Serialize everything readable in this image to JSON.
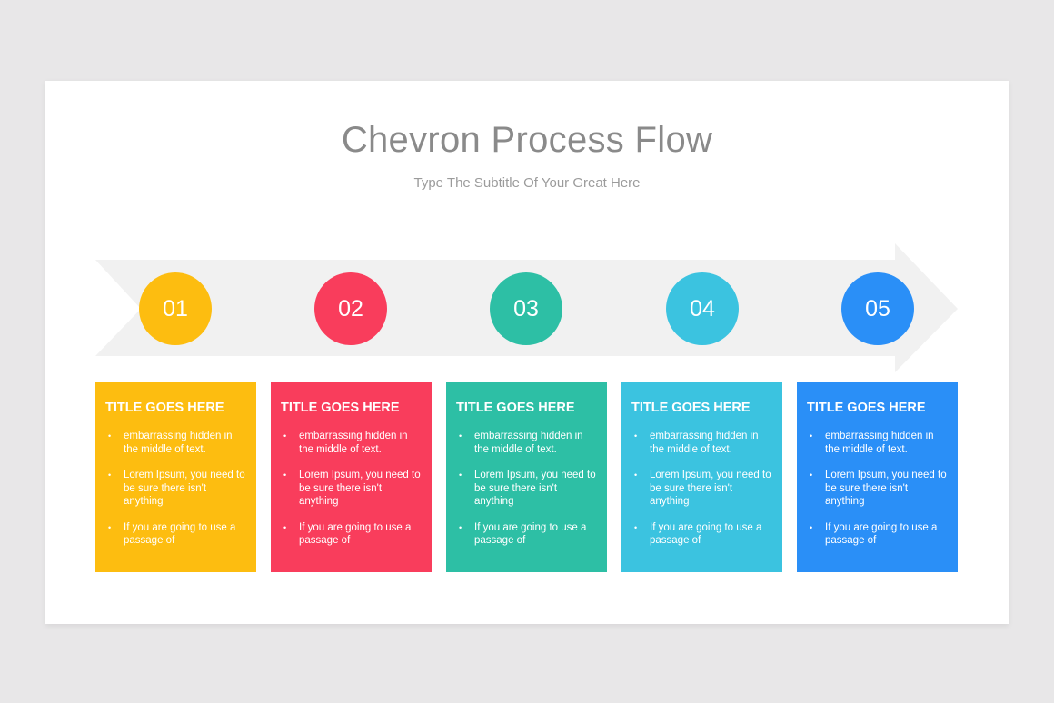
{
  "slide": {
    "title": "Chevron Process Flow",
    "subtitle": "Type The Subtitle Of Your Great Here"
  },
  "colors": {
    "arrow": "#f1f1f1",
    "step_1": "#fdbd10",
    "step_2": "#f93d5c",
    "step_3": "#2dbfa5",
    "step_4": "#3bc3e0",
    "step_5": "#2a8ff7"
  },
  "steps": [
    {
      "number": "01",
      "title": "TITLE GOES HERE",
      "bullets": [
        "embarrassing hidden in the middle of text.",
        "Lorem Ipsum, you need to be sure there isn't anything",
        "If you are going to use a passage of"
      ]
    },
    {
      "number": "02",
      "title": "TITLE GOES HERE",
      "bullets": [
        "embarrassing hidden in the middle of text.",
        "Lorem Ipsum, you need to be sure there isn't anything",
        "If you are going to use a passage of"
      ]
    },
    {
      "number": "03",
      "title": "TITLE GOES HERE",
      "bullets": [
        "embarrassing hidden in the middle of text.",
        "Lorem Ipsum, you need to be sure there isn't anything",
        "If you are going to use a passage of"
      ]
    },
    {
      "number": "04",
      "title": "TITLE GOES HERE",
      "bullets": [
        "embarrassing hidden in the middle of text.",
        "Lorem Ipsum, you need to be sure there isn't anything",
        "If you are going to use a passage of"
      ]
    },
    {
      "number": "05",
      "title": "TITLE GOES HERE",
      "bullets": [
        "embarrassing hidden in the middle of text.",
        "Lorem Ipsum, you need to be sure there isn't anything",
        "If you are going to use a passage of"
      ]
    }
  ]
}
